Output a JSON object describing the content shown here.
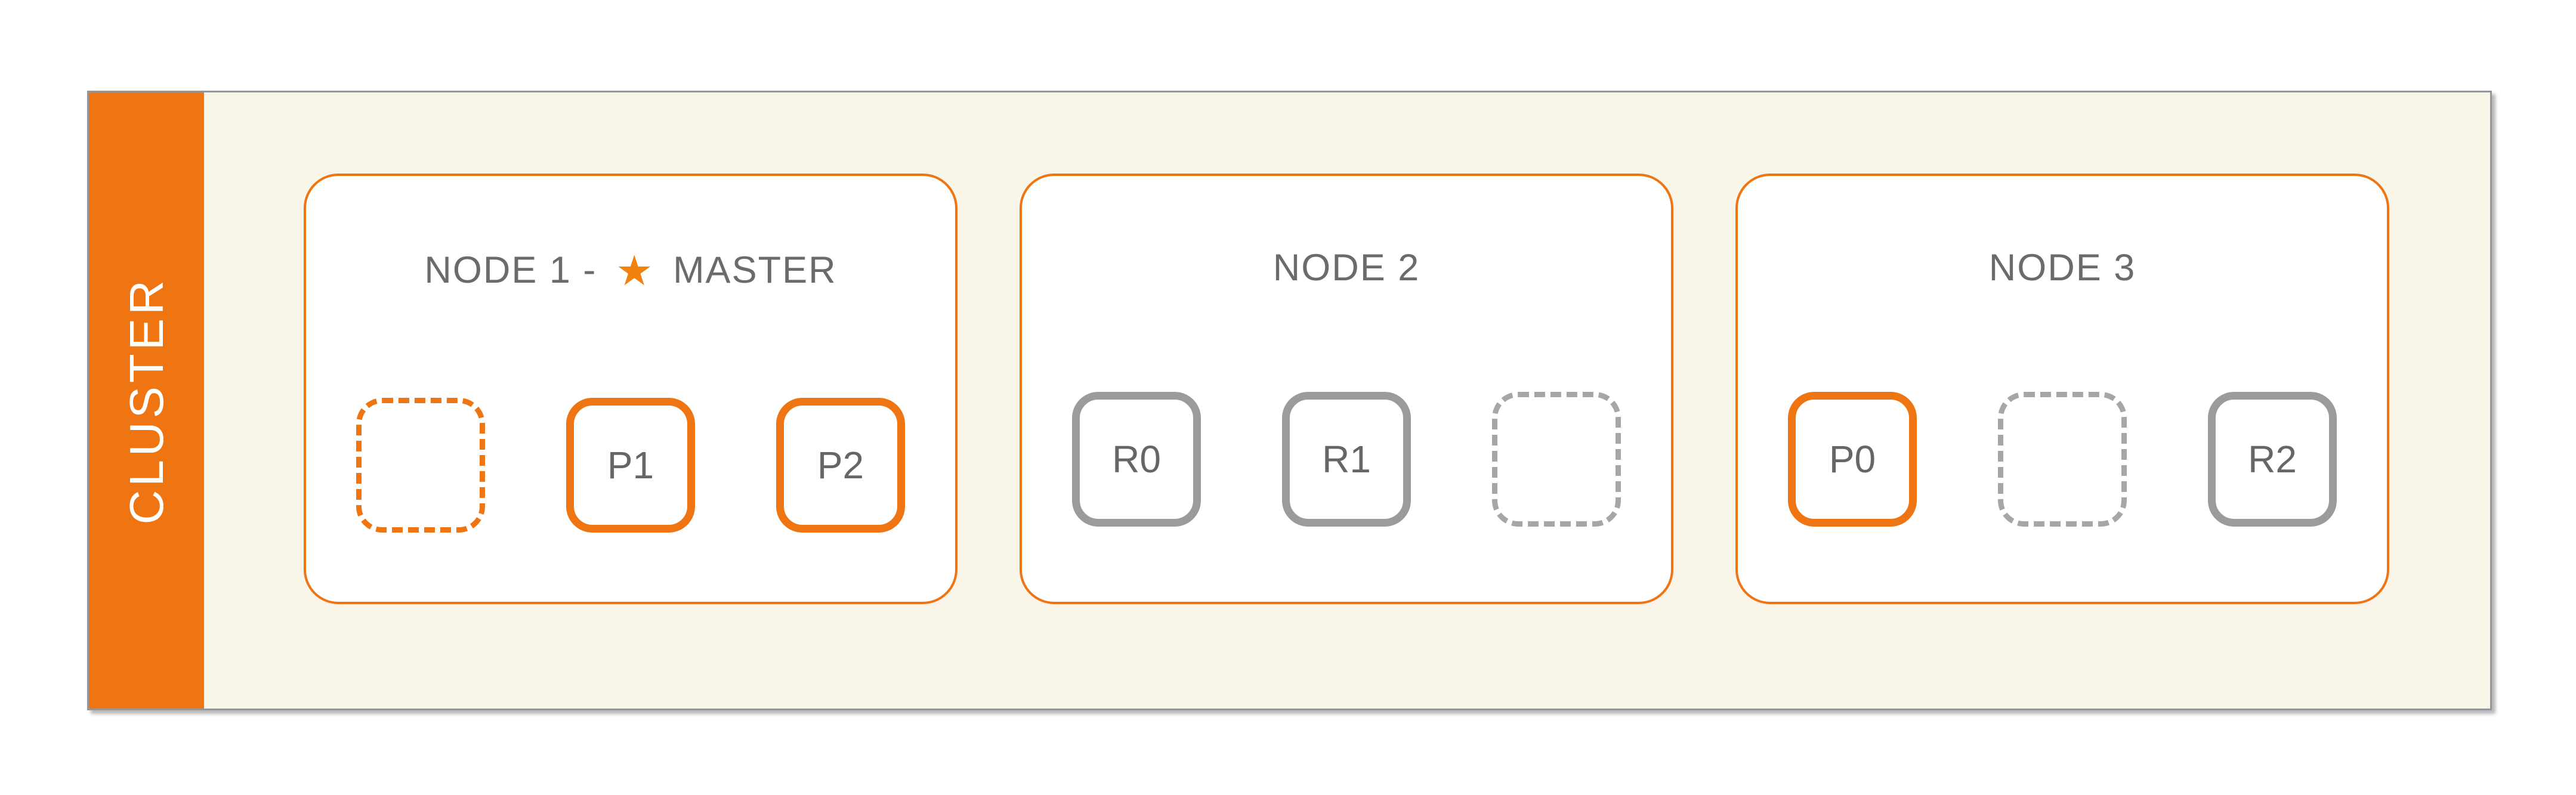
{
  "frame": {
    "cluster_label": "CLUSTER"
  },
  "colors": {
    "orange": "#EE7511",
    "star_orange": "#F0820D",
    "replica_gray": "#9B9B9B",
    "dashed_gray": "#A6A6A6",
    "title_gray": "#6B6B6B",
    "background_cream": "#F9F5E9",
    "frame_border_gray": "#96969A"
  },
  "nodes": [
    {
      "id": "node-1",
      "title": "NODE 1 -",
      "star": "★",
      "title_after": "MASTER",
      "slots": [
        {
          "type": "empty",
          "color": "orange",
          "label": ""
        },
        {
          "type": "primary",
          "label": "P1"
        },
        {
          "type": "primary",
          "label": "P2"
        }
      ]
    },
    {
      "id": "node-2",
      "title": "NODE 2",
      "star": "",
      "title_after": "",
      "slots": [
        {
          "type": "replica",
          "label": "R0"
        },
        {
          "type": "replica",
          "label": "R1"
        },
        {
          "type": "empty",
          "color": "gray",
          "label": ""
        }
      ]
    },
    {
      "id": "node-3",
      "title": "NODE 3",
      "star": "",
      "title_after": "",
      "slots": [
        {
          "type": "primary",
          "label": "P0"
        },
        {
          "type": "empty",
          "color": "gray",
          "label": ""
        },
        {
          "type": "replica",
          "label": "R2"
        }
      ]
    }
  ]
}
